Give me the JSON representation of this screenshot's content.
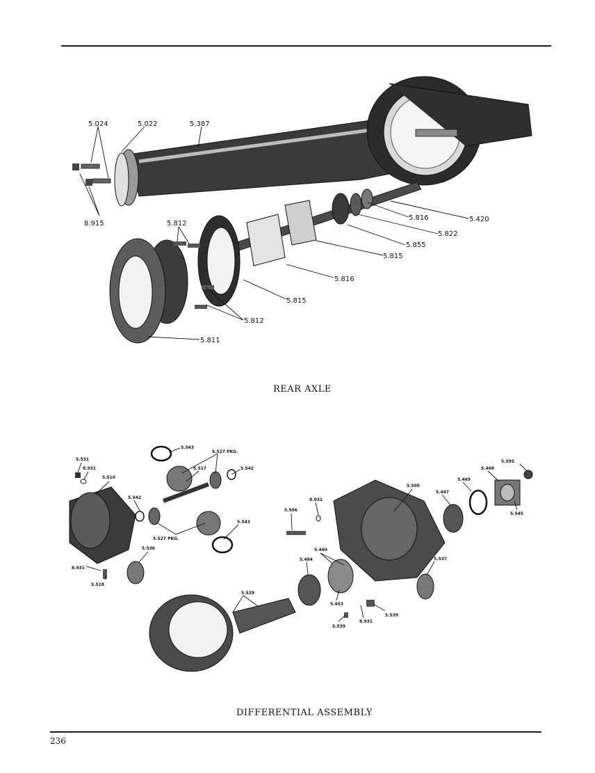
{
  "page_number": "236",
  "captions": {
    "rear_axle": "REAR AXLE",
    "differential": "DIFFERENTIAL ASSEMBLY"
  },
  "rear_axle_callouts": [
    "5.024",
    "5.022",
    "5.387",
    "8.915",
    "5.812",
    "5.816",
    "5.420",
    "5.822",
    "5.855",
    "5.815",
    "5.816",
    "5.815",
    "5.812",
    "5.811"
  ],
  "differential_callouts": [
    "5.543",
    "5.527 PKG.",
    "5.531",
    "8.931",
    "5.517",
    "5.542",
    "5.510",
    "5.542",
    "5.527 PKG.",
    "5.543",
    "5.536",
    "8.931",
    "5.518",
    "5.529",
    "8.932",
    "5.506",
    "5.505",
    "5.460",
    "5.484",
    "5.453",
    "5.539",
    "8.931",
    "5.539",
    "5.537",
    "5.447",
    "5.469",
    "5.468",
    "5.595",
    "5.545"
  ]
}
